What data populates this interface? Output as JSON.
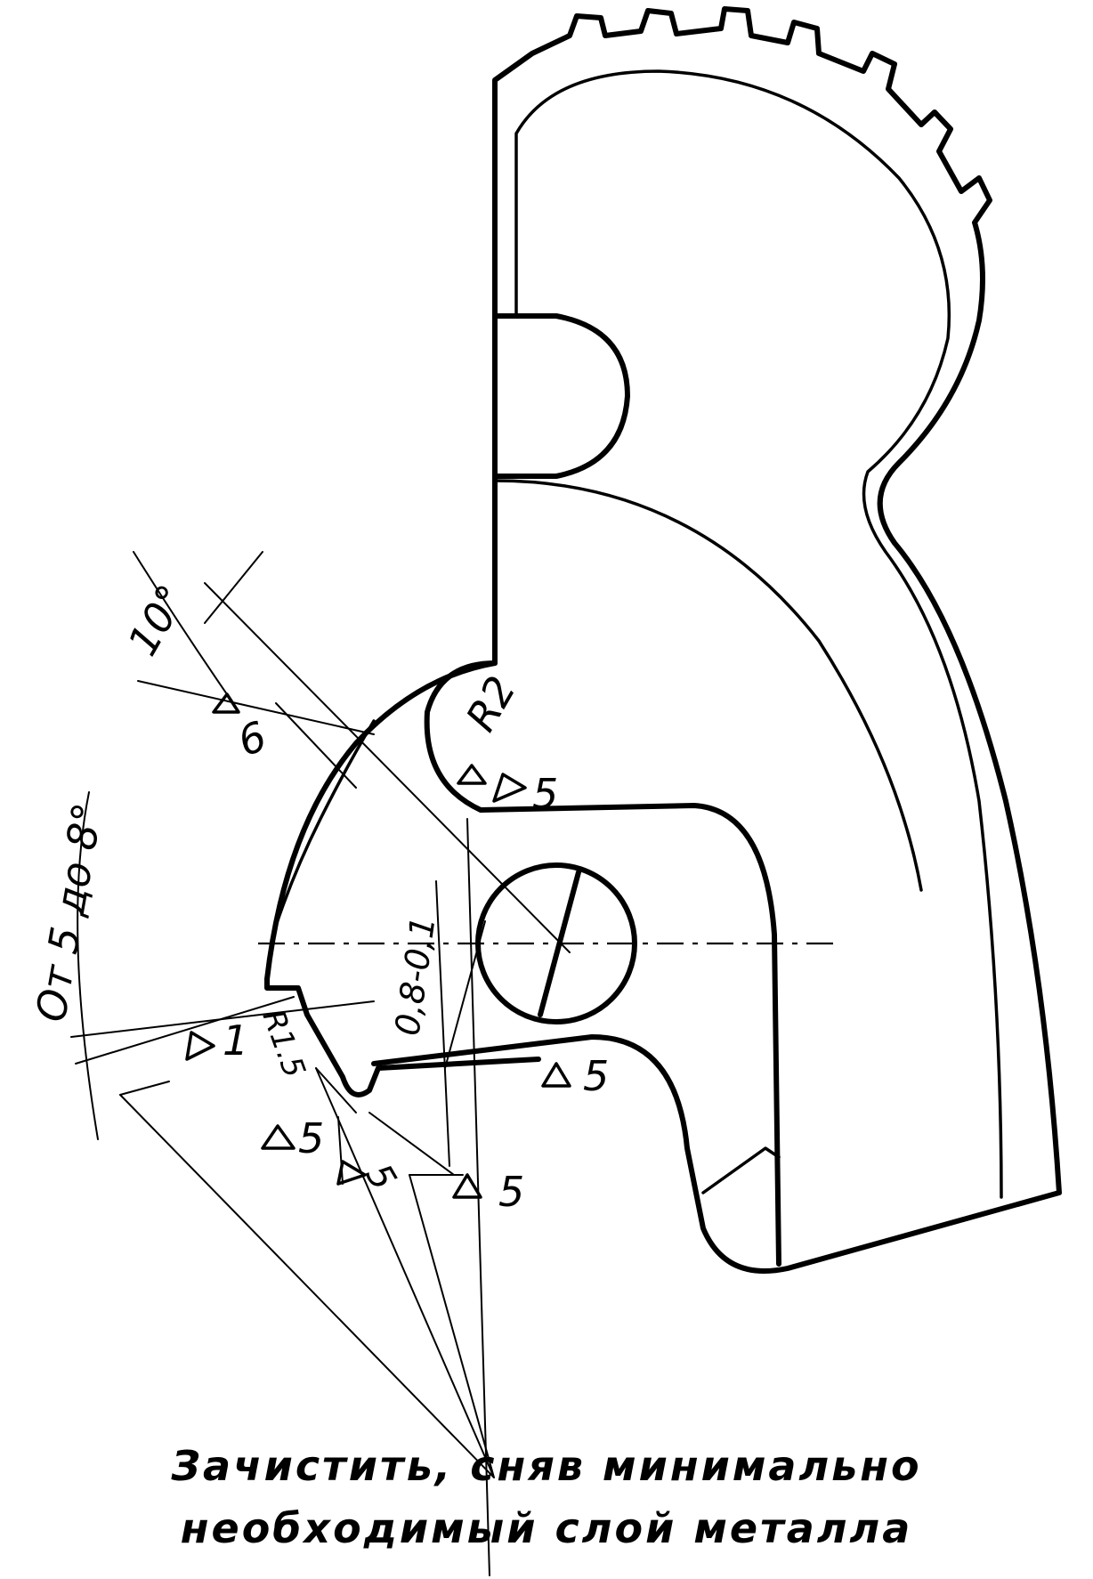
{
  "drawing": {
    "angle_top": "10°",
    "angle_left": "От 5 до 8°",
    "radius_upper": "R2",
    "radius_lower": "R1.5",
    "dimension_vertical": "0,8-0,1",
    "roughness_marks": [
      "6",
      "5",
      "5",
      "1",
      "5",
      "5",
      "5"
    ]
  },
  "caption": {
    "line1": "Зачистить, сняв минимально",
    "line2": "необходимый слой металла"
  }
}
